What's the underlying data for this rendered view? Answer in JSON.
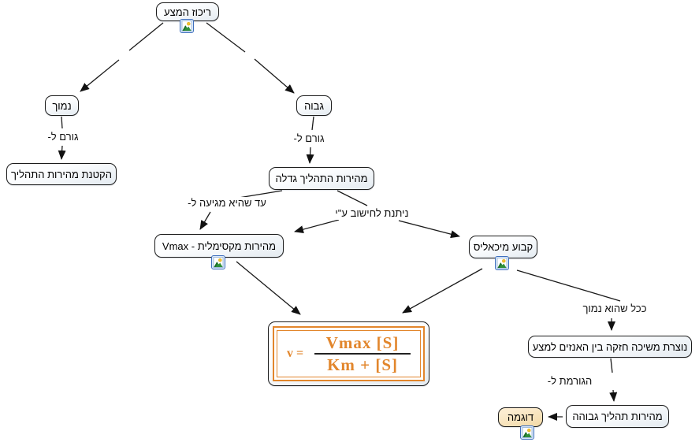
{
  "colors": {
    "canvas-bg": "#ffffff",
    "node-border": "#1c1c1c",
    "node-fill-top": "#fdfeff",
    "node-fill-bottom": "#e4ebf1",
    "example-fill-top": "#fcecd0",
    "example-fill-bottom": "#f2d9a6",
    "formula-accent": "#e2862c",
    "fraction-bar": "#222222",
    "line-color": "#1a1a1a"
  },
  "nodes": {
    "root": "ריכוז המצע",
    "low": "נמוך",
    "high": "גבוה",
    "decrease": "הקטנת מהירות התהליך",
    "increase": "מהירות התהליך גדלה",
    "vmax": "מהירות מקסימלית - Vmax",
    "michaelis": "קבוע מיכאליס",
    "attraction": "נוצרת משיכה חזקה בין האנזים למצע",
    "high_speed": "מהירות תהליך גבוהה",
    "example": "דוגמה"
  },
  "formula": {
    "lhs": "v =",
    "numerator": "Vmax [S]",
    "denominator": "Km + [S]"
  },
  "phrases": {
    "causes_low": "גורם ל-",
    "causes_high": "גורם ל-",
    "until_reaches": "עד שהיא מגיעה ל-",
    "computed_by": "ניתנת לחישוב ע\"י",
    "the_lower_it_is": "ככל שהוא נמוך",
    "causing": "הגורמת ל-"
  },
  "icons": {
    "resource": "image-resource-icon"
  }
}
